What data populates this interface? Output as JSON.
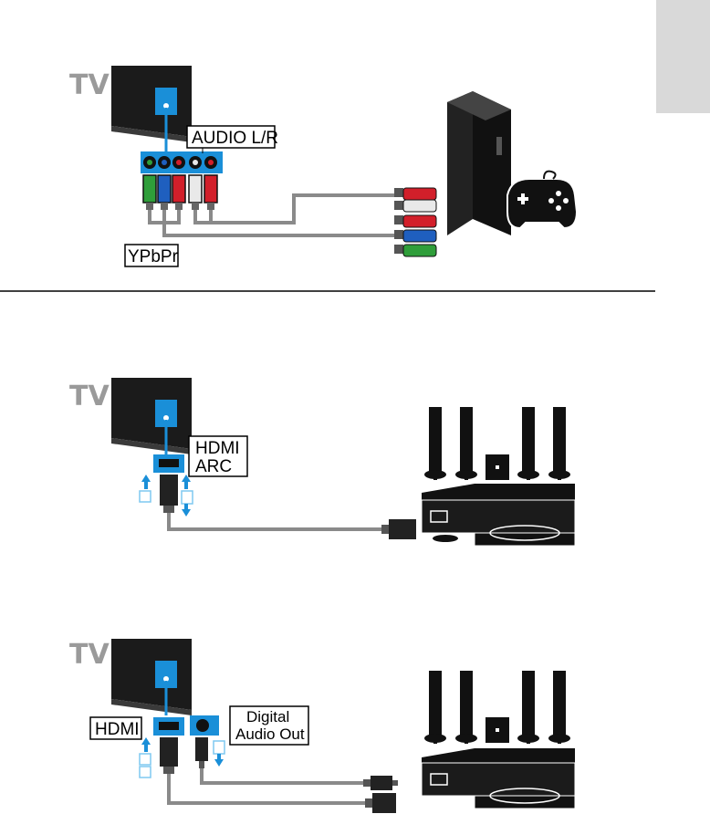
{
  "page": {
    "side_tab_color": "#d9d9d9",
    "accent_blue": "#1a8fd8"
  },
  "diagrams": [
    {
      "tv_label": "TV",
      "callouts": [
        "AUDIO L/R",
        "YPbPr"
      ],
      "device": "game-console",
      "cable_colors": [
        "#2f9e3a",
        "#1f5fbf",
        "#d21f2a",
        "#e9e9e9",
        "#d21f2a"
      ]
    },
    {
      "tv_label": "TV",
      "callouts": [
        "HDMI",
        "ARC"
      ],
      "device": "home-theatre-system"
    },
    {
      "tv_label": "TV",
      "callouts": [
        "HDMI",
        "Digital",
        "Audio Out"
      ],
      "device": "home-theatre-system"
    }
  ]
}
